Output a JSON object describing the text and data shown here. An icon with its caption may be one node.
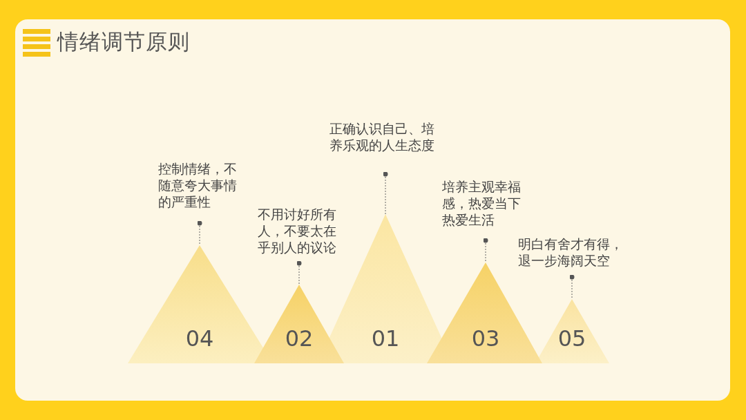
{
  "diagram": {
    "title": "情绪调节原则",
    "nodes": [
      {
        "text": [
          "04"
        ]
      },
      {
        "text": [
          "02"
        ]
      },
      {
        "text": [
          "01"
        ]
      },
      {
        "text": [
          "03"
        ]
      },
      {
        "text": [
          "05"
        ]
      },
      {
        "text": [
          "控制情绪，不随意夸大事情的严重性"
        ]
      },
      {
        "text": [
          "不用讨好所有人，不要太在乎别人的议论"
        ]
      },
      {
        "text": [
          "正确认识自己、培养乐观的人生态度"
        ]
      },
      {
        "text": [
          "培养主观幸福感，热爱当下热爱生活"
        ]
      },
      {
        "text": [
          "明白有舍才有得，退一步海阔天空"
        ]
      }
    ],
    "edges": [
      {
        "from": 5,
        "to": 0,
        "arrow": "other"
      },
      {
        "from": 6,
        "to": 1,
        "arrow": "other"
      },
      {
        "from": 7,
        "to": 2,
        "arrow": "other"
      },
      {
        "from": 8,
        "to": 3,
        "arrow": "other"
      },
      {
        "from": 9,
        "to": 4,
        "arrow": "other"
      }
    ]
  }
}
